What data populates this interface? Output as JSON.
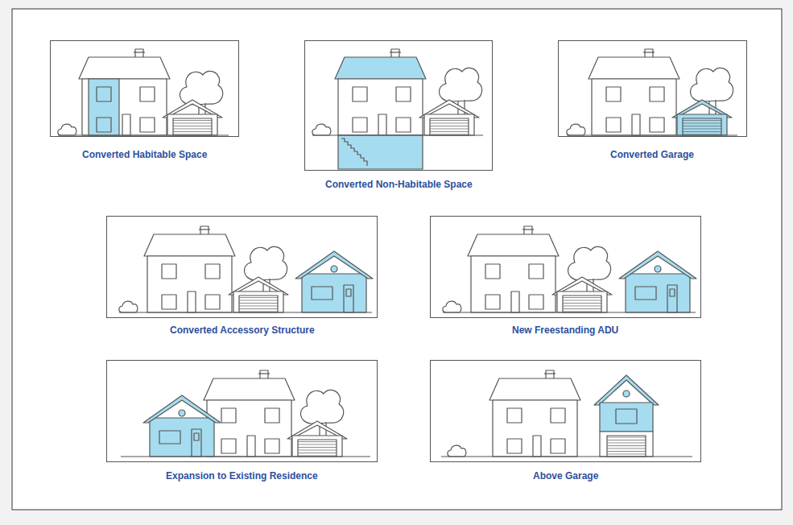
{
  "diagram": {
    "nodes": [
      {
        "text": [
          "Converted Habitable Space"
        ]
      },
      {
        "text": [
          "Converted Non-Habitable Space"
        ]
      },
      {
        "text": [
          "Converted Garage"
        ]
      },
      {
        "text": [
          "Converted Accessory Structure"
        ]
      },
      {
        "text": [
          "New Freestanding ADU"
        ]
      },
      {
        "text": [
          "Expansion to Existing Residence"
        ]
      },
      {
        "text": [
          "Above Garage"
        ]
      }
    ]
  }
}
